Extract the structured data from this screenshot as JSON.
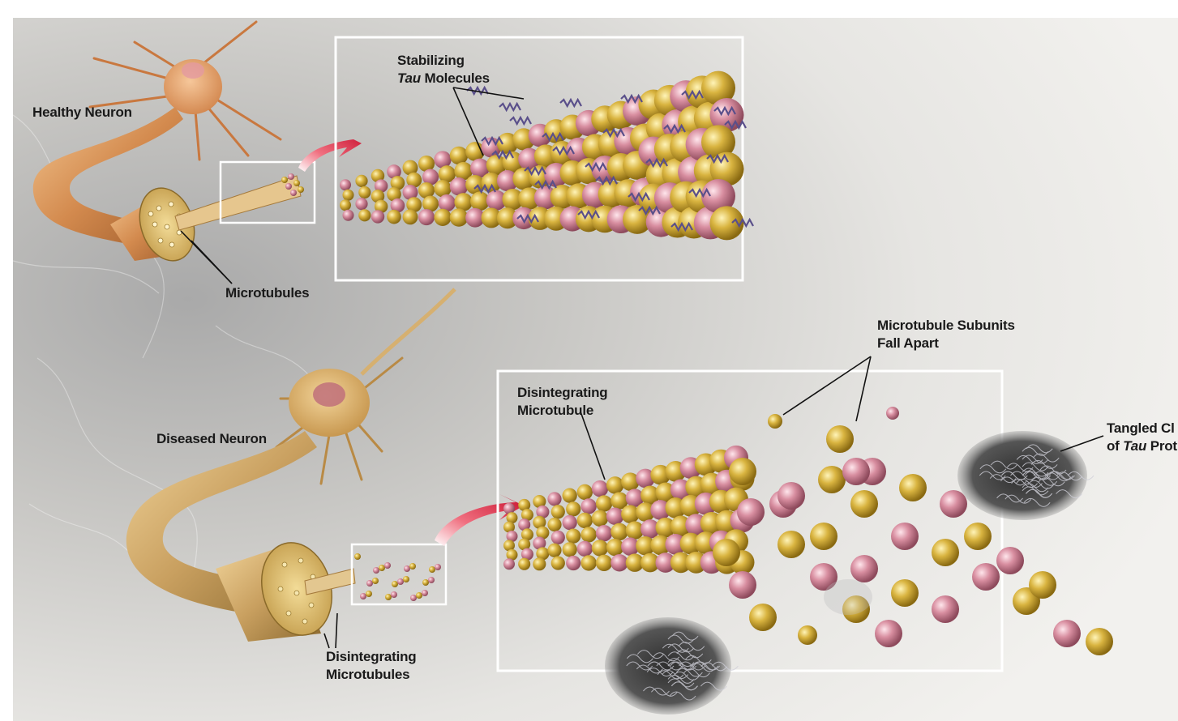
{
  "labels": {
    "healthy_neuron": "Healthy Neuron",
    "stabilizing_line1": "Stabilizing",
    "tau_word": "Tau",
    "molecules_word": " Molecules",
    "microtubules": "Microtubules",
    "diseased_neuron": "Diseased Neuron",
    "subunits_line1": "Microtubule Subunits",
    "subunits_line2": "Fall Apart",
    "disintegrating_mt_line1": "Disintegrating",
    "disintegrating_mt_line2": "Microtubule",
    "disintegrating_mts_line1": "Disintegrating",
    "disintegrating_mts_line2": "Microtubules",
    "tangled_line1": "Tangled Cl",
    "tangled_of": "of ",
    "tangled_tau": "Tau",
    "tangled_prot": " Prot"
  },
  "colors": {
    "gold_bead": "#d4ad3a",
    "pink_bead": "#d88ea0",
    "axon": "#d9955a",
    "arrow": "#e0263a",
    "tau_protein": "#5a4f8a",
    "background": "#d8d6d2"
  }
}
